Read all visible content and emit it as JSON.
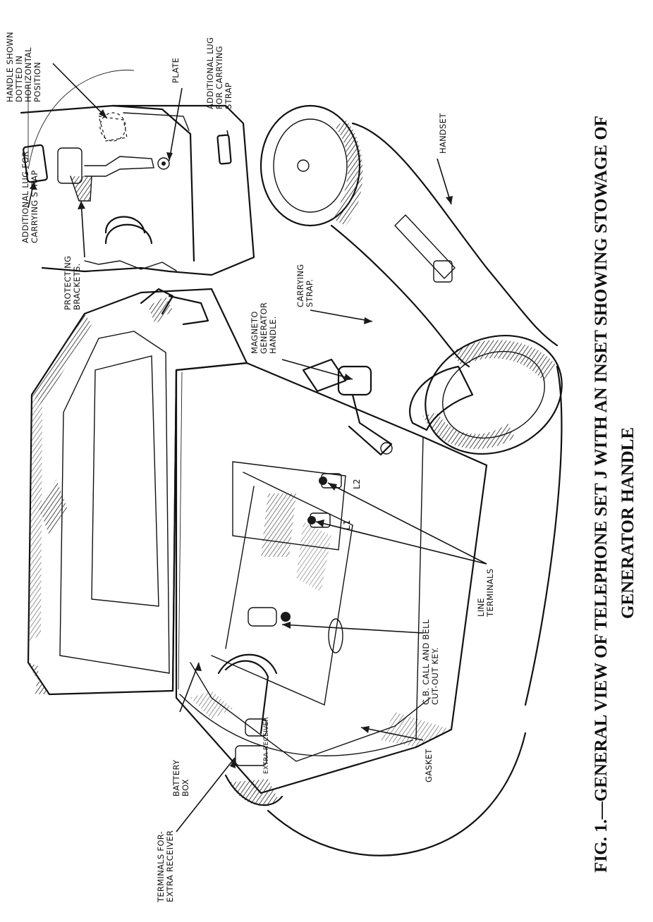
{
  "caption": {
    "line1": "FIG. 1.—GENERAL VIEW OF TELEPHONE SET J WITH AN INSET SHOWING STOWAGE OF",
    "line2": "GENERATOR HANDLE"
  },
  "labels": {
    "additional_lug_left": [
      "ADDITIONAL LUG FOR",
      "CARRYING STRAP"
    ],
    "handle_shown": [
      "HANDLE SHOWN",
      "DOTTED IN",
      "HORIZONTAL",
      "POSITION"
    ],
    "plate": [
      "PLATE"
    ],
    "additional_lug_right": [
      "ADDITIONAL LUG",
      "FOR CARRYING",
      "STRAP"
    ],
    "protecting_brackets": [
      "PROTECTING",
      "BRACKETS."
    ],
    "handset": [
      "HANDSET"
    ],
    "magneto_generator_handle": [
      "MAGNETO",
      "GENERATOR",
      "HANDLE."
    ],
    "carrying_strap": [
      "CARRYING",
      "STRAP."
    ],
    "line_terminals": [
      "LINE",
      "TERMINALS"
    ],
    "cb_call": [
      "C.B. CALL AND BELL",
      "CUT-OUT KEY."
    ],
    "gasket": [
      "GASKET"
    ],
    "battery_box": [
      "BATTERY",
      "BOX"
    ],
    "terminals_extra": [
      "TERMINALS FOR-",
      "EXTRA RECEIVER"
    ]
  },
  "markings": {
    "extra_receiver": "EXTRA RECEIVER",
    "l1": "L1",
    "l2": "L2"
  }
}
